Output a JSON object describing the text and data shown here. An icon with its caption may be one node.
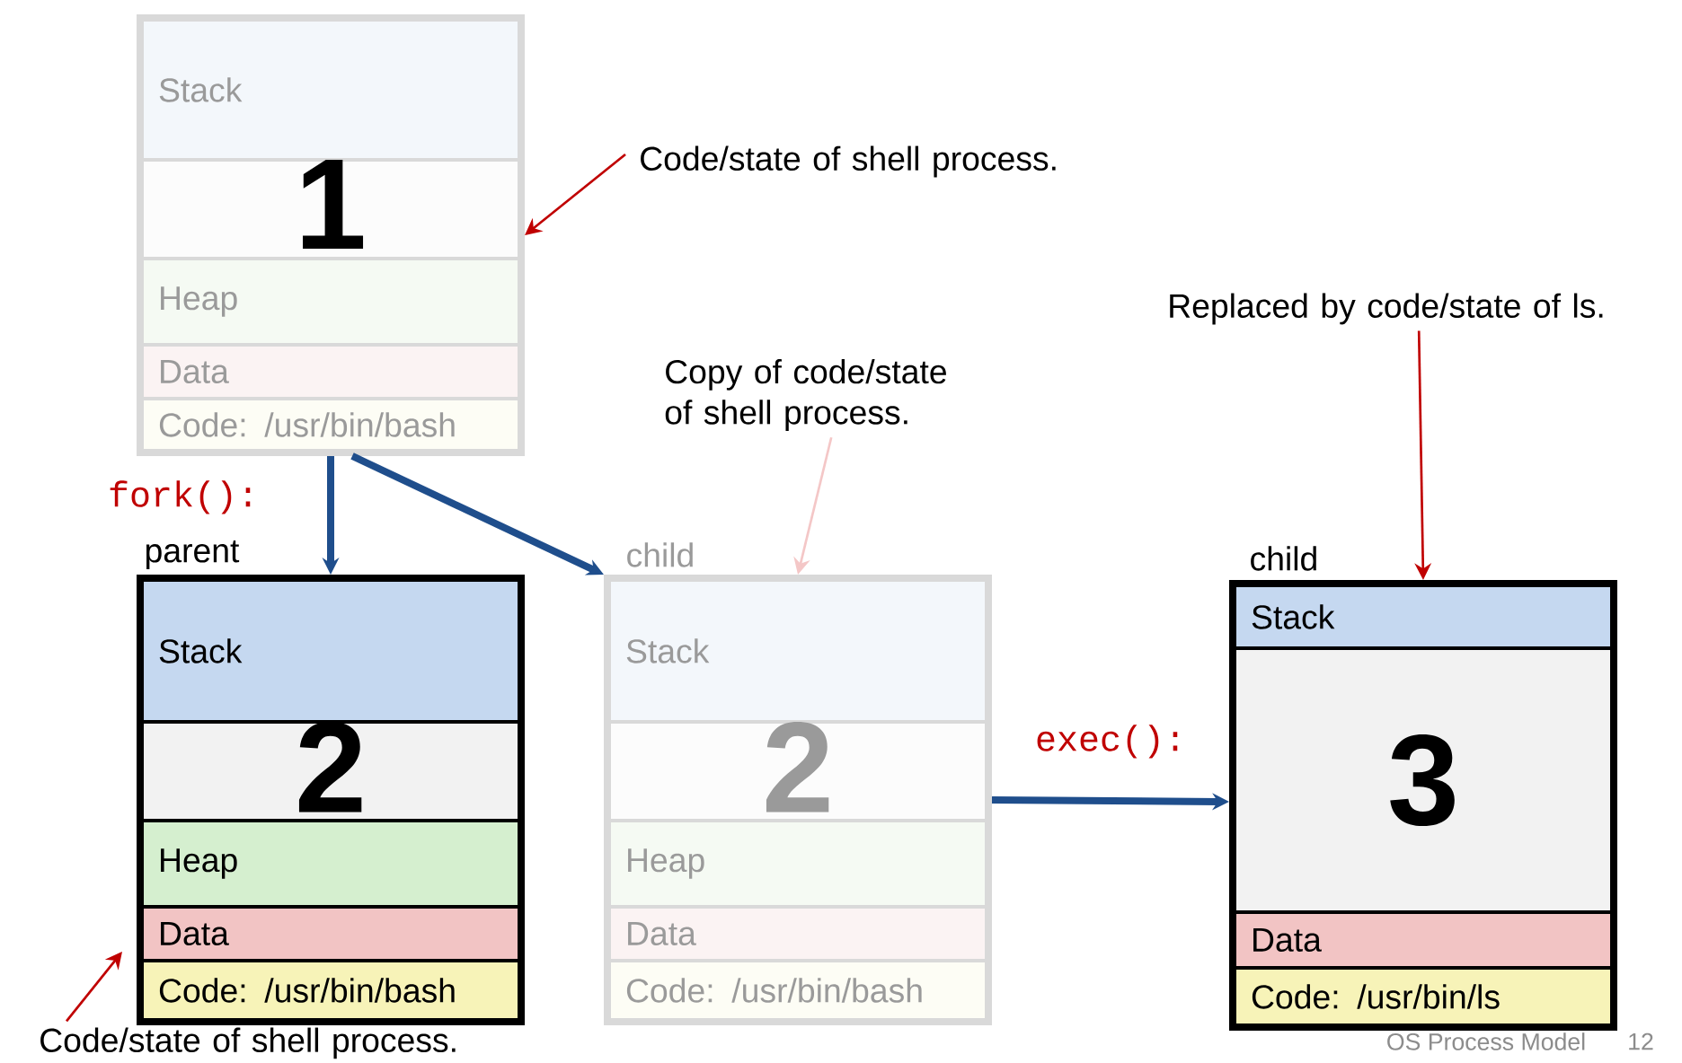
{
  "diagram": {
    "nodes": [
      {
        "text": [],
        "shape": "box"
      },
      {
        "text": [
          "Stack"
        ],
        "in": 0
      },
      {
        "text": [
          "1"
        ],
        "in": 0
      },
      {
        "text": [
          "Heap"
        ],
        "in": 0
      },
      {
        "text": [
          "Data"
        ],
        "in": 0
      },
      {
        "text": [
          "Code: /usr/bin/bash"
        ],
        "in": 0
      },
      {
        "text": [],
        "shape": "box",
        "beside": [
          "parent"
        ]
      },
      {
        "text": [
          "Stack"
        ],
        "in": 6
      },
      {
        "text": [
          "2"
        ],
        "in": 6
      },
      {
        "text": [
          "Heap"
        ],
        "in": 6
      },
      {
        "text": [
          "Data"
        ],
        "in": 6
      },
      {
        "text": [
          "Code: /usr/bin/bash"
        ],
        "in": 6
      },
      {
        "text": [],
        "shape": "box",
        "beside": [
          "child"
        ]
      },
      {
        "text": [
          "Stack"
        ],
        "in": 12
      },
      {
        "text": [
          "2"
        ],
        "in": 12
      },
      {
        "text": [
          "Heap"
        ],
        "in": 12
      },
      {
        "text": [
          "Data"
        ],
        "in": 12
      },
      {
        "text": [
          "Code: /usr/bin/bash"
        ],
        "in": 12
      },
      {
        "text": [],
        "shape": "box",
        "beside": [
          "child"
        ]
      },
      {
        "text": [
          "Stack"
        ],
        "in": 18
      },
      {
        "text": [
          "3"
        ],
        "in": 18
      },
      {
        "text": [
          "Data"
        ],
        "in": 18
      },
      {
        "text": [
          "Code: /usr/bin/ls"
        ],
        "in": 18
      },
      {
        "text": [
          "Code/state of shell process."
        ]
      },
      {
        "text": [
          "Copy of code/state of shell process."
        ]
      },
      {
        "text": [
          "Replaced by code/state of ls."
        ]
      },
      {
        "text": [
          "Code/state of shell process."
        ]
      }
    ],
    "edges": [
      {
        "from": 0,
        "to": 6,
        "arrow": "to",
        "label": "fork():",
        "style": "thick",
        "color": "#1f4e8c"
      },
      {
        "from": 0,
        "to": 12,
        "arrow": "to",
        "style": "thick",
        "color": "#1f4e8c"
      },
      {
        "from": 12,
        "to": 18,
        "arrow": "to",
        "label": "exec():",
        "style": "thick",
        "color": "#1f4e8c"
      },
      {
        "from": 23,
        "to": 0,
        "arrow": "to",
        "color": "#c00000"
      },
      {
        "from": 24,
        "to": 12,
        "arrow": "to",
        "color": "#f4c7c7"
      },
      {
        "from": 25,
        "to": 18,
        "arrow": "to",
        "color": "#c00000"
      },
      {
        "from": 26,
        "to": 10,
        "arrow": "to",
        "color": "#c00000"
      }
    ],
    "labels": [
      "OS Process Model",
      "12"
    ]
  }
}
